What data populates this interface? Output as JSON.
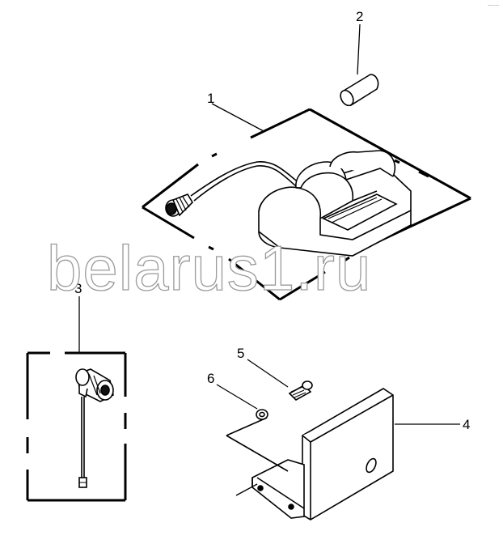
{
  "diagram": {
    "corner_mark": "—‐—",
    "watermark": "belarus1.ru",
    "callouts": [
      {
        "id": "1",
        "label": "1"
      },
      {
        "id": "2",
        "label": "2"
      },
      {
        "id": "3",
        "label": "3"
      },
      {
        "id": "4",
        "label": "4"
      },
      {
        "id": "5",
        "label": "5"
      },
      {
        "id": "6",
        "label": "6"
      }
    ],
    "colors": {
      "line": "#000000",
      "background": "#ffffff",
      "watermark_stroke": "#9a9a9a"
    }
  }
}
